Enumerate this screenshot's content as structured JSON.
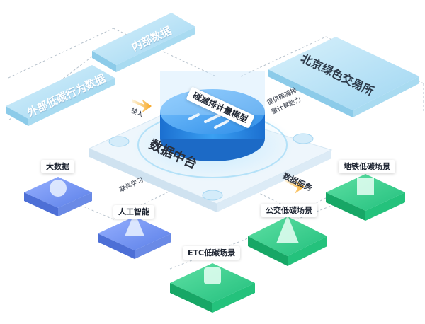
{
  "sources": {
    "external": "外部低碳行为数据",
    "internal": "内部数据",
    "exchange": "北京绿色交易所"
  },
  "platform": {
    "title": "数据中台",
    "model_label": "碳减排计量模型"
  },
  "flows": {
    "access": "接入",
    "provide_line1": "提供碳减排",
    "provide_line2": "量计算能力",
    "federated": "联邦学习",
    "data_service": "数据服务"
  },
  "capabilities": {
    "big_data": "大数据",
    "ai": "人工智能"
  },
  "scenarios": {
    "etc": "ETC低碳场景",
    "bus": "公交低碳场景",
    "metro": "地铁低碳场景"
  },
  "colors": {
    "source_block": "#bfe6f7",
    "platform": "#eaf4fb",
    "cylinder": "#2a93e6",
    "capability_block": "#6a8ef0",
    "scenario_block": "#2fd08a",
    "scenario_block_dark": "#1fb176"
  }
}
